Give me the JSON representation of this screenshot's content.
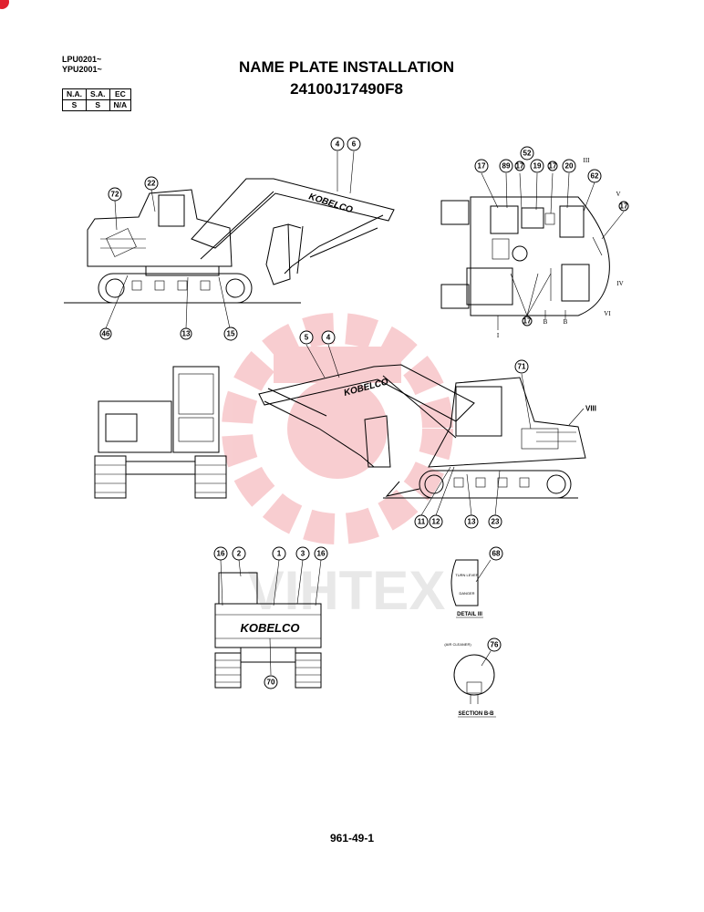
{
  "header": {
    "serials": [
      "LPU0201~",
      "YPU2001~"
    ],
    "title": "NAME PLATE INSTALLATION",
    "part_number": "24100J17490F8",
    "codes_table": {
      "headers": [
        "N.A.",
        "S.A.",
        "EC"
      ],
      "values": [
        "S",
        "S",
        "N/A"
      ]
    }
  },
  "brand_text": "KOBELCO",
  "watermark_text": "VIHTEX",
  "callouts": {
    "side_top": [
      "4",
      "6",
      "22",
      "72",
      "46",
      "13",
      "15"
    ],
    "plan": [
      "17",
      "89",
      "17",
      "19",
      "17",
      "20",
      "52",
      "62",
      "17",
      "17"
    ],
    "plan_roman": [
      "III",
      "V",
      "IV",
      "VI",
      "I",
      "B",
      "B"
    ],
    "side_mid": [
      "5",
      "4",
      "71",
      "VIII",
      "11",
      "12",
      "13",
      "23"
    ],
    "rear": [
      "16",
      "2",
      "1",
      "3",
      "16",
      "70"
    ],
    "detail3": [
      "68"
    ],
    "sectionbb": [
      "76"
    ]
  },
  "details": {
    "detail3_caption": "DETAIL III",
    "sectionbb_caption": "SECTION B-B",
    "sectionbb_note": "(AIR CLEANER)",
    "detail3_lines": [
      "TURN LEVER",
      "DANGER"
    ]
  },
  "footer": {
    "page_number": "961-49-1"
  }
}
